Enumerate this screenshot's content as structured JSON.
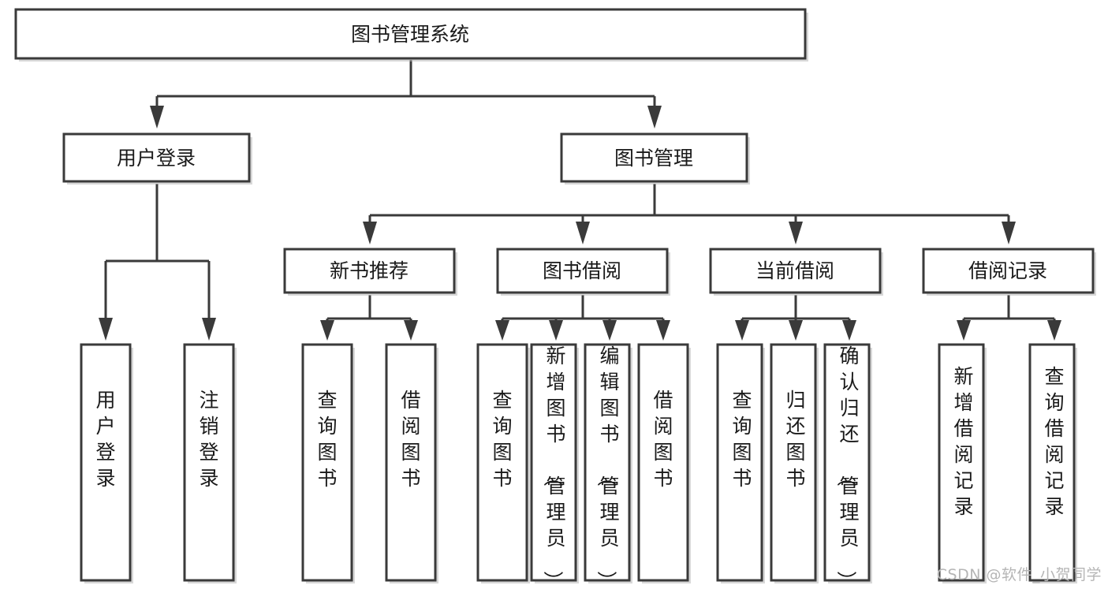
{
  "diagram": {
    "type": "tree-hierarchy",
    "title": "图书管理系统",
    "watermark": "CSDN @软件_小贺同学",
    "colors": {
      "box_stroke": "#3a3a3a",
      "box_fill": "#ffffff",
      "connector": "#3a3a3a",
      "text": "#1a1a1a",
      "background": "#ffffff",
      "watermark": "#b5b5b5"
    },
    "levels": [
      {
        "level": 1,
        "nodes": [
          {
            "id": "root",
            "label": "图书管理系统",
            "orientation": "horizontal"
          }
        ]
      },
      {
        "level": 2,
        "nodes": [
          {
            "id": "user-login",
            "label": "用户登录",
            "orientation": "horizontal",
            "parent": "root"
          },
          {
            "id": "book-mgmt",
            "label": "图书管理",
            "orientation": "horizontal",
            "parent": "root"
          }
        ]
      },
      {
        "level": 3,
        "nodes": [
          {
            "id": "new-book-rec",
            "label": "新书推荐",
            "orientation": "horizontal",
            "parent": "book-mgmt"
          },
          {
            "id": "book-borrow",
            "label": "图书借阅",
            "orientation": "horizontal",
            "parent": "book-mgmt"
          },
          {
            "id": "current-borrow",
            "label": "当前借阅",
            "orientation": "horizontal",
            "parent": "book-mgmt"
          },
          {
            "id": "borrow-record",
            "label": "借阅记录",
            "orientation": "horizontal",
            "parent": "book-mgmt"
          }
        ]
      },
      {
        "level": 4,
        "nodes": [
          {
            "id": "leaf-1",
            "label": "用户登录",
            "orientation": "vertical",
            "parent": "user-login"
          },
          {
            "id": "leaf-2",
            "label": "注销登录",
            "orientation": "vertical",
            "parent": "user-login"
          },
          {
            "id": "leaf-3",
            "label": "查询图书",
            "orientation": "vertical",
            "parent": "new-book-rec"
          },
          {
            "id": "leaf-4",
            "label": "借阅图书",
            "orientation": "vertical",
            "parent": "new-book-rec"
          },
          {
            "id": "leaf-5",
            "label": "查询图书",
            "orientation": "vertical",
            "parent": "book-borrow"
          },
          {
            "id": "leaf-6",
            "label": "新增图书（管理员）",
            "orientation": "vertical",
            "parent": "book-borrow"
          },
          {
            "id": "leaf-7",
            "label": "编辑图书（管理员）",
            "orientation": "vertical",
            "parent": "book-borrow"
          },
          {
            "id": "leaf-8",
            "label": "借阅图书",
            "orientation": "vertical",
            "parent": "book-borrow"
          },
          {
            "id": "leaf-9",
            "label": "查询图书",
            "orientation": "vertical",
            "parent": "current-borrow"
          },
          {
            "id": "leaf-10",
            "label": "归还图书",
            "orientation": "vertical",
            "parent": "current-borrow"
          },
          {
            "id": "leaf-11",
            "label": "确认归还（管理员）",
            "orientation": "vertical",
            "parent": "current-borrow"
          },
          {
            "id": "leaf-12",
            "label": "新增借阅记录",
            "orientation": "vertical",
            "parent": "borrow-record"
          },
          {
            "id": "leaf-13",
            "label": "查询借阅记录",
            "orientation": "vertical",
            "parent": "borrow-record"
          }
        ]
      }
    ]
  }
}
